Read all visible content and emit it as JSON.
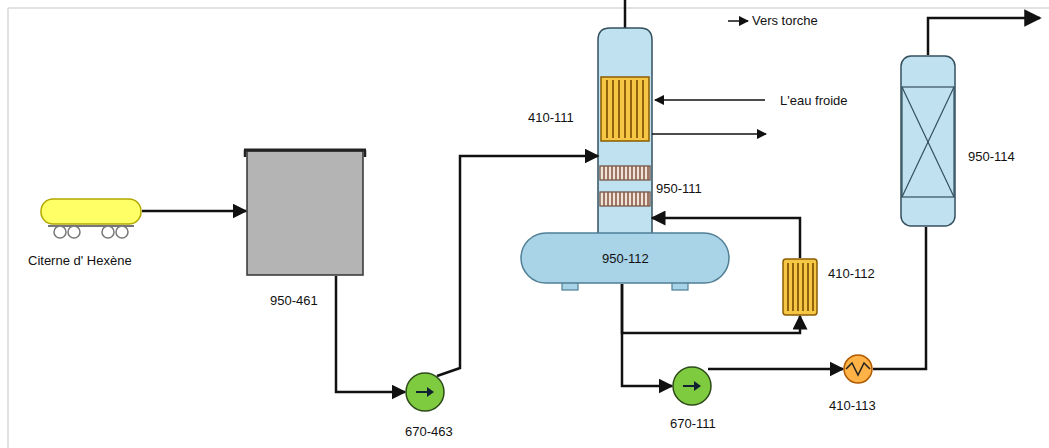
{
  "diagram": {
    "nodes": [
      {
        "text": [
          "Citerne d' Hexène"
        ]
      },
      {
        "text": [
          "950-461"
        ]
      },
      {
        "text": [
          "670-463"
        ]
      },
      {
        "text": [
          "410-111"
        ]
      },
      {
        "text": [
          "950-111"
        ]
      },
      {
        "text": [
          "950-112"
        ]
      },
      {
        "text": [
          "410-112"
        ]
      },
      {
        "text": [
          "670-111"
        ]
      },
      {
        "text": [
          "410-113"
        ]
      },
      {
        "text": [
          "950-114"
        ]
      }
    ],
    "edges": [
      {
        "from": 0,
        "to": 1,
        "arrow": "to"
      },
      {
        "from": 1,
        "to": 2,
        "arrow": "to"
      },
      {
        "from": 2,
        "to": 4,
        "arrow": "to"
      },
      {
        "from": 5,
        "to": 7,
        "arrow": "to"
      },
      {
        "from": 7,
        "to": 8,
        "arrow": "to"
      },
      {
        "from": 8,
        "to": 9,
        "arrow": "none"
      },
      {
        "from": 5,
        "to": 6,
        "arrow": "to"
      },
      {
        "from": 6,
        "to": 4,
        "arrow": "to"
      }
    ],
    "labels": [
      "Vers torche",
      "L'eau froide"
    ]
  }
}
